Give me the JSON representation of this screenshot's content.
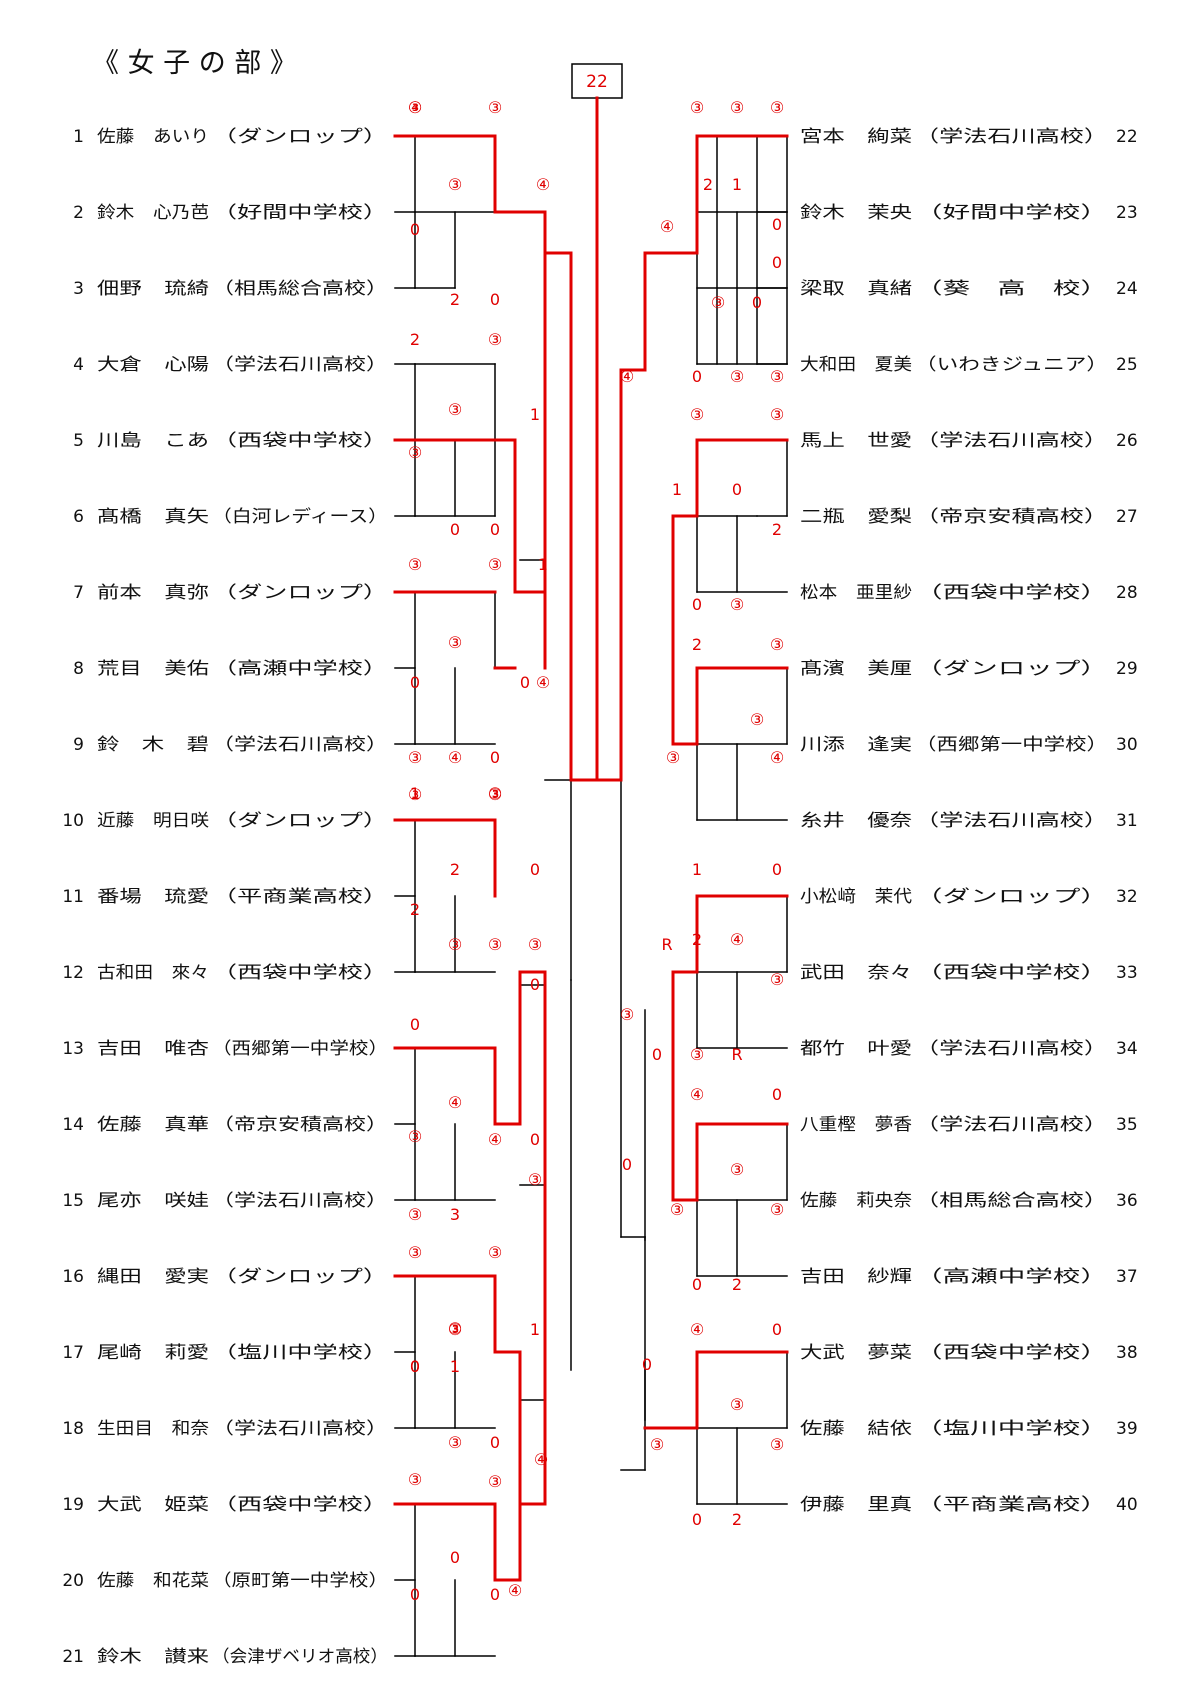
{
  "title": "《 女 子 の 部 》",
  "champion_box": "22",
  "colors": {
    "winner_line": "#e00000",
    "bracket_line": "#000000",
    "score": "#e00000",
    "text": "#111111"
  },
  "players": [
    {
      "no": "1",
      "name": "佐藤　あいり",
      "team": "（ダンロップ）"
    },
    {
      "no": "2",
      "name": "鈴木　心乃芭",
      "team": "（好間中学校）"
    },
    {
      "no": "3",
      "name": "佃野　琉綺",
      "team": "（相馬総合高校）"
    },
    {
      "no": "4",
      "name": "大倉　心陽",
      "team": "（学法石川高校）"
    },
    {
      "no": "5",
      "name": "川島　こあ",
      "team": "（西袋中学校）"
    },
    {
      "no": "6",
      "name": "髙橋　真矢",
      "team": "（白河レディース）"
    },
    {
      "no": "7",
      "name": "前本　真弥",
      "team": "（ダンロップ）"
    },
    {
      "no": "8",
      "name": "荒目　美佑",
      "team": "（高瀬中学校）"
    },
    {
      "no": "9",
      "name": "鈴　木　碧",
      "team": "（学法石川高校）"
    },
    {
      "no": "10",
      "name": "近藤　明日咲",
      "team": "（ダンロップ）"
    },
    {
      "no": "11",
      "name": "番場　琉愛",
      "team": "（平商業高校）"
    },
    {
      "no": "12",
      "name": "古和田　來々",
      "team": "（西袋中学校）"
    },
    {
      "no": "13",
      "name": "吉田　唯杏",
      "team": "（西郷第一中学校）"
    },
    {
      "no": "14",
      "name": "佐藤　真華",
      "team": "（帝京安積高校）"
    },
    {
      "no": "15",
      "name": "尾亦　咲娃",
      "team": "（学法石川高校）"
    },
    {
      "no": "16",
      "name": "縄田　愛実",
      "team": "（ダンロップ）"
    },
    {
      "no": "17",
      "name": "尾崎　莉愛",
      "team": "（塩川中学校）"
    },
    {
      "no": "18",
      "name": "生田目　和奈",
      "team": "（学法石川高校）"
    },
    {
      "no": "19",
      "name": "大武　姫菜",
      "team": "（西袋中学校）"
    },
    {
      "no": "20",
      "name": "佐藤　和花菜",
      "team": "（原町第一中学校）"
    },
    {
      "no": "21",
      "name": "鈴木　讃来",
      "team": "（会津ザベリオ高校）"
    },
    {
      "no": "22",
      "name": "宮本　絢菜",
      "team": "（学法石川高校）"
    },
    {
      "no": "23",
      "name": "鈴木　茉央",
      "team": "（好間中学校）"
    },
    {
      "no": "24",
      "name": "梁取　真緒",
      "team": "（葵　高　校）"
    },
    {
      "no": "25",
      "name": "大和田　夏美",
      "team": "（いわきジュニア）"
    },
    {
      "no": "26",
      "name": "馬上　世愛",
      "team": "（学法石川高校）"
    },
    {
      "no": "27",
      "name": "二瓶　愛梨",
      "team": "（帝京安積高校）"
    },
    {
      "no": "28",
      "name": "松本　亜里紗",
      "team": "（西袋中学校）"
    },
    {
      "no": "29",
      "name": "髙濱　美厘",
      "team": "（ダンロップ）"
    },
    {
      "no": "30",
      "name": "川添　逢実",
      "team": "（西郷第一中学校）"
    },
    {
      "no": "31",
      "name": "糸井　優奈",
      "team": "（学法石川高校）"
    },
    {
      "no": "32",
      "name": "小松﨑　茉代",
      "team": "（ダンロップ）"
    },
    {
      "no": "33",
      "name": "武田　奈々",
      "team": "（西袋中学校）"
    },
    {
      "no": "34",
      "name": "都竹　叶愛",
      "team": "（学法石川高校）"
    },
    {
      "no": "35",
      "name": "八重樫　夢香",
      "team": "（学法石川高校）"
    },
    {
      "no": "36",
      "name": "佐藤　莉央奈",
      "team": "（相馬総合高校）"
    },
    {
      "no": "37",
      "name": "吉田　紗輝",
      "team": "（高瀬中学校）"
    },
    {
      "no": "38",
      "name": "大武　夢菜",
      "team": "（西袋中学校）"
    },
    {
      "no": "39",
      "name": "佐藤　結依",
      "team": "（塩川中学校）"
    },
    {
      "no": "40",
      "name": "伊藤　里真",
      "team": "（平商業高校）"
    }
  ],
  "scores": [
    "③",
    "③",
    "③",
    "0",
    "2",
    "0",
    "④",
    "2",
    "③",
    "③",
    "1",
    "③",
    "0",
    "0",
    "③",
    "③",
    "1",
    "③",
    "0",
    "0",
    "④",
    "③",
    "0",
    "④",
    "③",
    "③",
    "1",
    "③",
    "2",
    "0",
    "2",
    "③",
    "③",
    "③",
    "0",
    "0",
    "④",
    "③",
    "0",
    "④",
    "3",
    "③",
    "③",
    "③",
    "0",
    "1",
    "③",
    "③",
    "1",
    "③",
    "0",
    "③",
    "0",
    "④",
    "③",
    "③",
    "0",
    "0",
    "④",
    "0",
    "③",
    "③",
    "③",
    "2",
    "1",
    "0",
    "0",
    "③",
    "0",
    "0",
    "③",
    "③",
    "④",
    "④",
    "③",
    "③",
    "1",
    "0",
    "2",
    "0",
    "③",
    "2",
    "③",
    "③",
    "③",
    "④",
    "1",
    "0",
    "2",
    "④",
    "③",
    "③",
    "R",
    "R",
    "④",
    "0",
    "③",
    "③",
    "③",
    "0",
    "2",
    "0",
    "④",
    "0",
    "③",
    "③",
    "③",
    "0",
    "2",
    "0",
    "0",
    "③",
    "④"
  ]
}
